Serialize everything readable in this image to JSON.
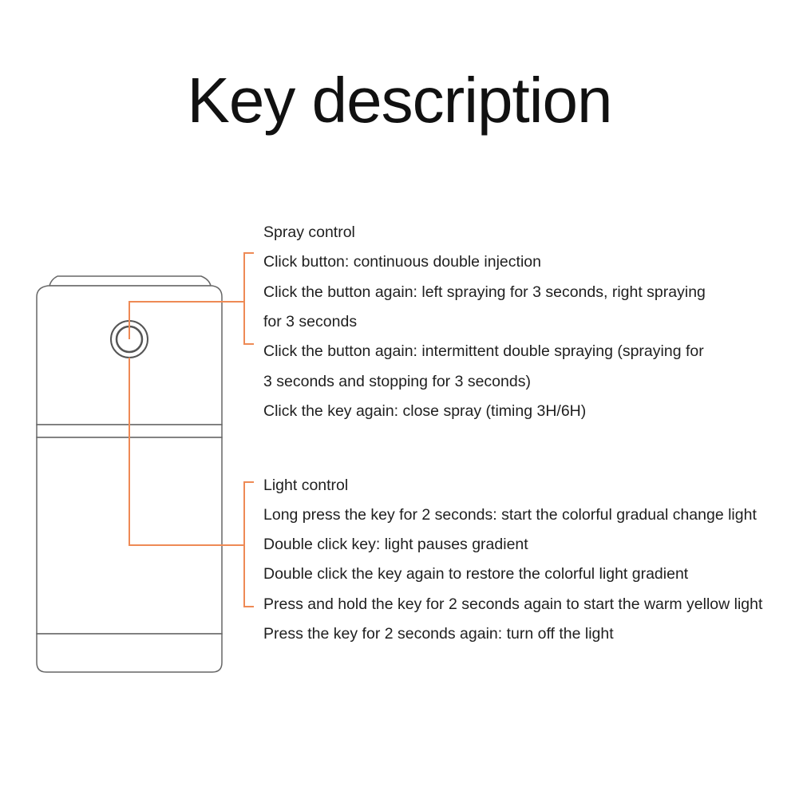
{
  "title": "Key description",
  "colors": {
    "leader_line": "#ee8a55",
    "device_outline": "#555555",
    "text": "#1f1f1f"
  },
  "spray_control": {
    "heading": "Spray control",
    "lines": [
      "Click button: continuous double injection",
      "Click the button again: left spraying for 3 seconds, right spraying",
      "for 3 seconds",
      "Click the button again: intermittent double spraying (spraying for",
      "3 seconds and stopping for 3 seconds)",
      "Click the key again: close spray (timing 3H/6H)"
    ]
  },
  "light_control": {
    "heading": "Light control",
    "lines": [
      "Long press the key for 2 seconds: start the colorful gradual change light",
      "Double click key: light pauses gradient",
      "Double click the key again to restore the colorful light gradient",
      "Press and hold the key for 2 seconds again to start the warm yellow light",
      "Press the key for 2 seconds again: turn off the light"
    ]
  }
}
